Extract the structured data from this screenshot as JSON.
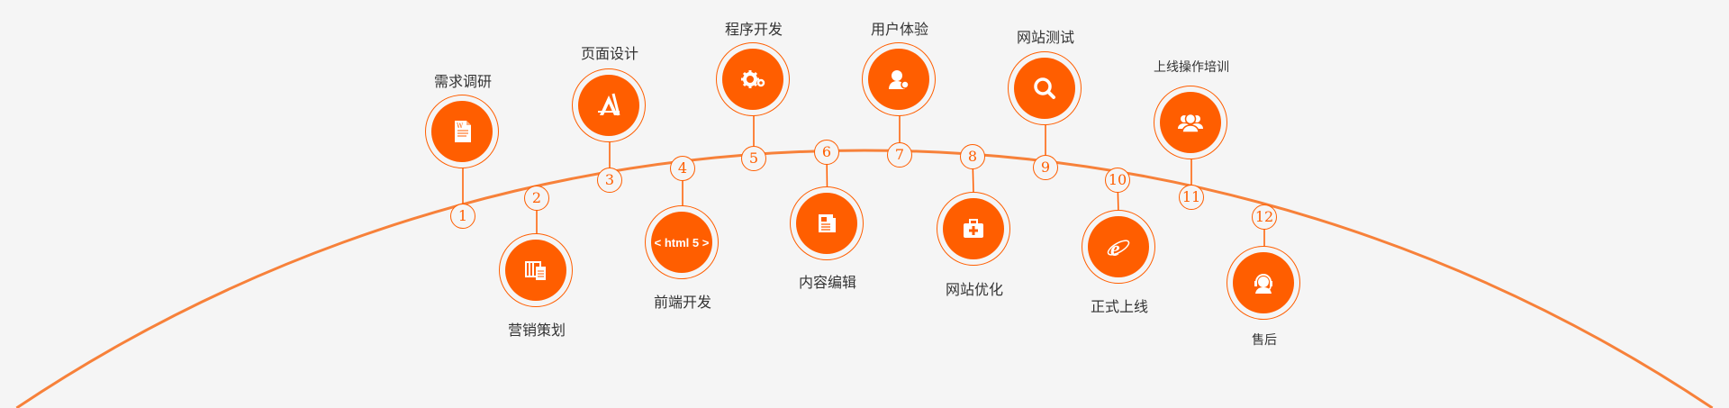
{
  "colors": {
    "accent": "#ff5e00",
    "arc": "#f7813a",
    "background": "#f5f5f5",
    "text": "#333333"
  },
  "steps": [
    {
      "number": "1",
      "label": "需求调研",
      "icon": "document-icon"
    },
    {
      "number": "2",
      "label": "营销策划",
      "icon": "layout-clipboard-icon"
    },
    {
      "number": "3",
      "label": "页面设计",
      "icon": "design-tools-icon"
    },
    {
      "number": "4",
      "label": "前端开发",
      "icon": "html5-icon",
      "icon_text": "< html 5 >"
    },
    {
      "number": "5",
      "label": "程序开发",
      "icon": "gears-icon"
    },
    {
      "number": "6",
      "label": "内容编辑",
      "icon": "newspaper-icon"
    },
    {
      "number": "7",
      "label": "用户体验",
      "icon": "user-settings-icon"
    },
    {
      "number": "8",
      "label": "网站优化",
      "icon": "medical-kit-icon"
    },
    {
      "number": "9",
      "label": "网站测试",
      "icon": "search-icon"
    },
    {
      "number": "10",
      "label": "正式上线",
      "icon": "internet-explorer-icon"
    },
    {
      "number": "11",
      "label": "上线操作培训",
      "icon": "user-group-icon"
    },
    {
      "number": "12",
      "label": "售后",
      "icon": "headset-support-icon"
    }
  ]
}
